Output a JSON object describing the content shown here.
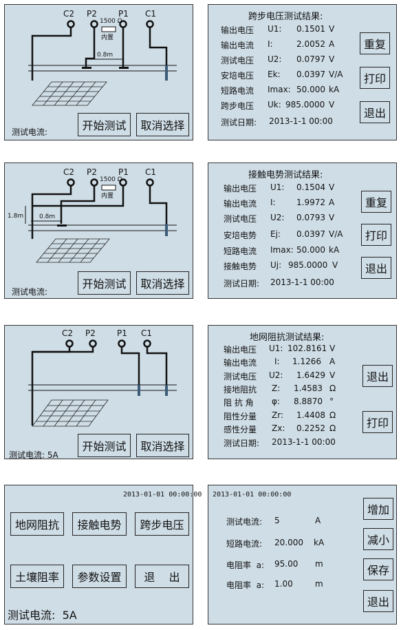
{
  "screens": [
    {
      "labels": {
        "c2": "C2",
        "p2": "P2",
        "p1": "P1",
        "c1": "C1",
        "resistor": "1500 Ω",
        "internal": "内置",
        "dist": "0.8m"
      },
      "start_button": "开始测试",
      "cancel_button": "取消选择",
      "current_label": "测试电流:",
      "result": {
        "title": "跨步电压测试结果:",
        "rows": [
          {
            "name": "输出电压",
            "sym": "U1:",
            "val": "0.1501",
            "unit": "V"
          },
          {
            "name": "输出电流",
            "sym": "I:",
            "val": "2.0052",
            "unit": "A"
          },
          {
            "name": "测试电压",
            "sym": "U2:",
            "val": "0.0797",
            "unit": "V"
          },
          {
            "name": "安培电压",
            "sym": "Ek:",
            "val": "0.0397",
            "unit": "V/A"
          },
          {
            "name": "短路电流",
            "sym": "Imax:",
            "val": "50.000",
            "unit": "kA"
          },
          {
            "name": "跨步电压",
            "sym": "Uk:",
            "val": "985.0000",
            "unit": "V"
          }
        ],
        "date_label": "测试日期:",
        "date": "2013-1-1 00:00",
        "buttons": [
          "重复",
          "打印",
          "退出"
        ]
      }
    },
    {
      "labels": {
        "c2": "C2",
        "p2": "P2",
        "p1": "P1",
        "c1": "C1",
        "resistor": "1500 Ω",
        "internal": "内置",
        "dist": "0.8m",
        "height": "1.8m"
      },
      "start_button": "开始测试",
      "cancel_button": "取消选择",
      "current_label": "测试电流:",
      "result": {
        "title": "接触电势测试结果:",
        "rows": [
          {
            "name": "输出电压",
            "sym": "U1:",
            "val": "0.1504",
            "unit": "V"
          },
          {
            "name": "输出电流",
            "sym": "I:",
            "val": "1.9972",
            "unit": "A"
          },
          {
            "name": "测试电压",
            "sym": "U2:",
            "val": "0.0793",
            "unit": "V"
          },
          {
            "name": "安培电势",
            "sym": "Ej:",
            "val": "0.0397",
            "unit": "V/A"
          },
          {
            "name": "短路电流",
            "sym": "Imax:",
            "val": "50.000",
            "unit": "kA"
          },
          {
            "name": "接触电势",
            "sym": "Uj:",
            "val": "985.0000",
            "unit": "V"
          }
        ],
        "date_label": "测试日期:",
        "date": "2013-1-1 00:00",
        "buttons": [
          "重复",
          "打印",
          "退出"
        ]
      }
    },
    {
      "labels": {
        "c2": "C2",
        "p2": "P2",
        "p1": "P1",
        "c1": "C1"
      },
      "start_button": "开始测试",
      "cancel_button": "取消选择",
      "current_label": "测试电流:  5A",
      "result": {
        "title": "地网阻抗测试结果:",
        "rows": [
          {
            "name": "输出电压",
            "sym": "U1:",
            "val": "102.8161",
            "unit": "V"
          },
          {
            "name": "输出电流",
            "sym": "I:",
            "val": "1.1266",
            "unit": "A"
          },
          {
            "name": "测试电压",
            "sym": "U2:",
            "val": "1.6429",
            "unit": "V"
          },
          {
            "name": "接地阻抗",
            "sym": "Z:",
            "val": "1.4583",
            "unit": "Ω"
          },
          {
            "name": "阻 抗 角",
            "sym": "φ:",
            "val": "8.8870",
            "unit": "°"
          },
          {
            "name": "阻性分量",
            "sym": "Zr:",
            "val": "1.4408",
            "unit": "Ω"
          },
          {
            "name": "感性分量",
            "sym": "Zx:",
            "val": "0.2252",
            "unit": "Ω"
          }
        ],
        "date_label": "测试日期:",
        "date": "2013-1-1 00:00",
        "buttons": [
          "退出",
          "打印"
        ]
      }
    }
  ],
  "main_menu": {
    "timestamp": "2013-01-01 00:00:00",
    "buttons": [
      "地网阻抗",
      "接触电势",
      "跨步电压",
      "土壤阻率",
      "参数设置",
      "退    出"
    ],
    "current_label": "测试电流:  5A"
  },
  "settings": {
    "timestamp": "2013-01-01 00:00:00",
    "rows": [
      {
        "name": "测试电流:",
        "val": "5",
        "unit": "A"
      },
      {
        "name": "短路电流:",
        "val": "20.000",
        "unit": "kA"
      },
      {
        "name": "电阻率  a:",
        "val": "95.00",
        "unit": "m"
      },
      {
        "name": "电阻率  a:",
        "val": "1.00",
        "unit": "m"
      }
    ],
    "buttons": [
      "增加",
      "减小",
      "保存",
      "退出"
    ]
  }
}
